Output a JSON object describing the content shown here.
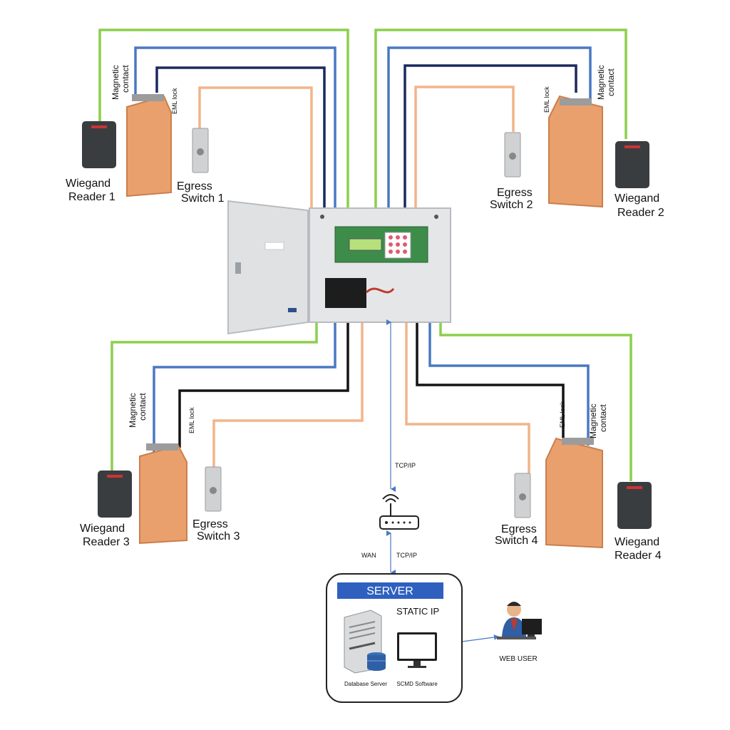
{
  "colors": {
    "green_wire": "#8ccf4d",
    "blue_wire": "#4a78c2",
    "navy_wire": "#1b2a5e",
    "black_wire": "#141414",
    "orange_wire": "#f2b48a",
    "door": "#e9a06c",
    "door_dark": "#c97f4d",
    "reader": "#3a3d40",
    "panel_grey": "#e4e6e8",
    "board_green": "#3d8c4a",
    "server_banner": "#2f60c0",
    "network_arrow": "#4a78c2"
  },
  "doors": [
    {
      "reader_line1": "Wiegand",
      "reader_line2": "Reader 1",
      "switch_line1": "Egress",
      "switch_line2": "Switch 1",
      "magnetic_line1": "Magnetic",
      "magnetic_line2": "contact",
      "lock": "EML lock"
    },
    {
      "reader_line1": "Wiegand",
      "reader_line2": "Reader 2",
      "switch_line1": "Egress",
      "switch_line2": "Switch 2",
      "magnetic_line1": "Magnetic",
      "magnetic_line2": "contact",
      "lock": "EML lock"
    },
    {
      "reader_line1": "Wiegand",
      "reader_line2": "Reader 3",
      "switch_line1": "Egress",
      "switch_line2": "Switch 3",
      "magnetic_line1": "Magnetic",
      "magnetic_line2": "contact",
      "lock": "EML lock"
    },
    {
      "reader_line1": "Wiegand",
      "reader_line2": "Reader 4",
      "switch_line1": "Egress",
      "switch_line2": "Switch 4",
      "magnetic_line1": "Magnetic",
      "magnetic_line2": "contact",
      "lock": "EML lock"
    }
  ],
  "network": {
    "link_upper": "TCP/IP",
    "link_lower": "TCP/IP",
    "wan": "WAN"
  },
  "server": {
    "title": "SERVER",
    "static_ip": "STATIC IP",
    "database_server": "Database Server",
    "software": "SCMD Software"
  },
  "web_user": "WEB USER",
  "icons": {
    "reader": "card-reader-icon",
    "door": "door-icon",
    "switch": "egress-button-icon",
    "router": "wifi-router-icon",
    "server": "tower-server-icon",
    "database": "database-icon",
    "monitor": "monitor-icon",
    "user": "user-at-computer-icon"
  }
}
